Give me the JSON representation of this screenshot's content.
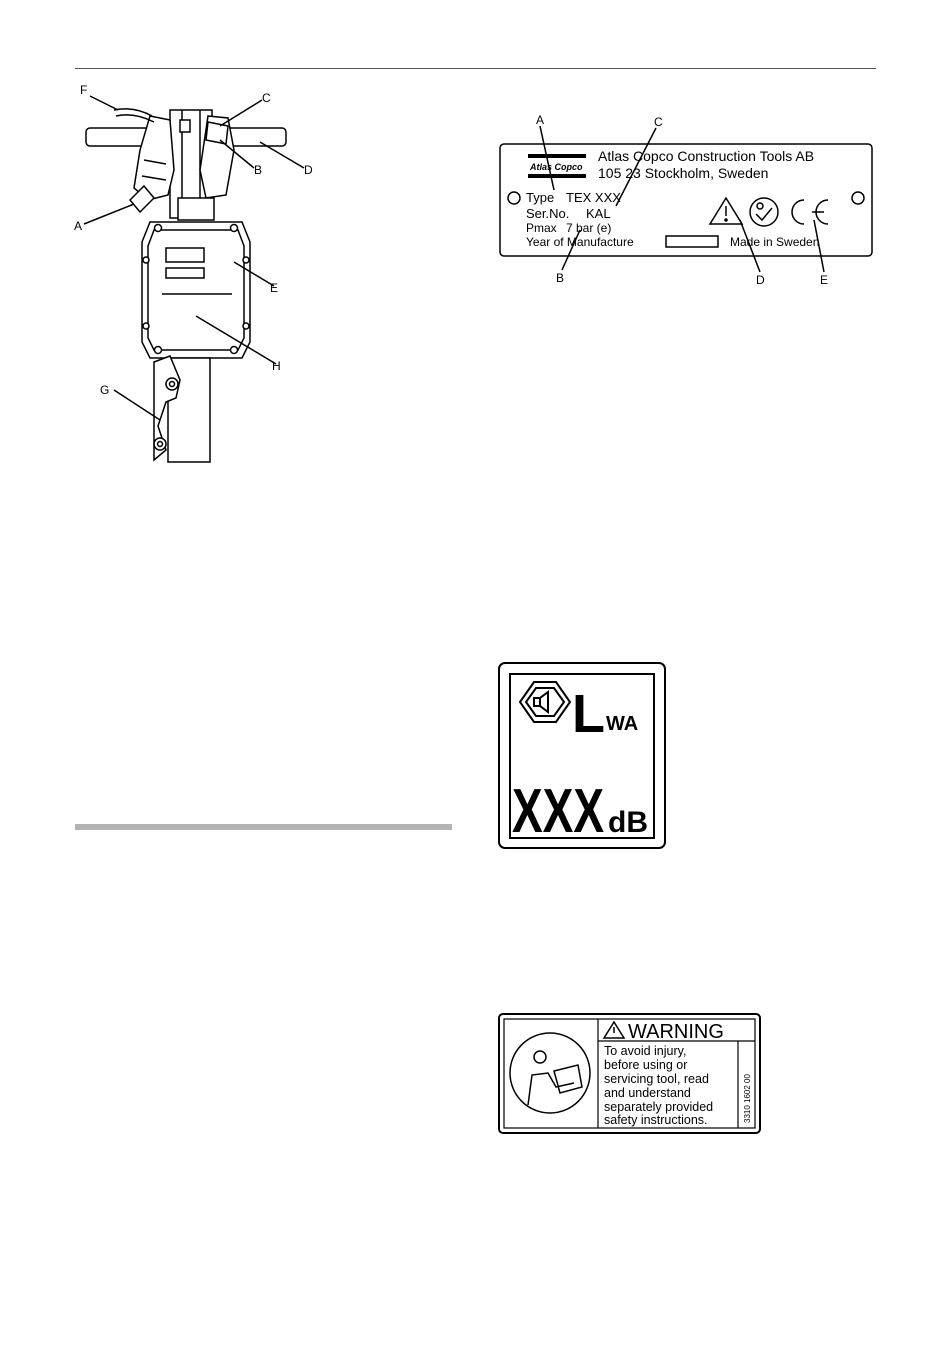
{
  "breaker_figure": {
    "callouts": [
      "F",
      "C",
      "B",
      "D",
      "A",
      "E",
      "H",
      "G"
    ]
  },
  "rating_plate": {
    "callouts": [
      "A",
      "C",
      "B",
      "D",
      "E"
    ],
    "logo_text": "Atlas Copco",
    "company_line1": "Atlas Copco Construction Tools AB",
    "company_line2": "105 23 Stockholm, Sweden",
    "type_label": "Type",
    "type_value": "TEX XXX",
    "serial_label": "Ser.No.",
    "serial_value": "KAL",
    "pmax_label": "Pmax",
    "pmax_value": "7 bar (e)",
    "year_label": "Year of Manufacture",
    "made_in": "Made in Sweden"
  },
  "noise_label": {
    "l_letter": "L",
    "l_subscript": "WA",
    "value": "XXX",
    "unit": "dB"
  },
  "warning_decal": {
    "title": "WARNING",
    "lines": [
      "To avoid injury,",
      "before using or",
      "servicing tool, read",
      "and understand",
      "separately provided",
      "safety instructions."
    ],
    "part_number": "3310 1602 00"
  }
}
